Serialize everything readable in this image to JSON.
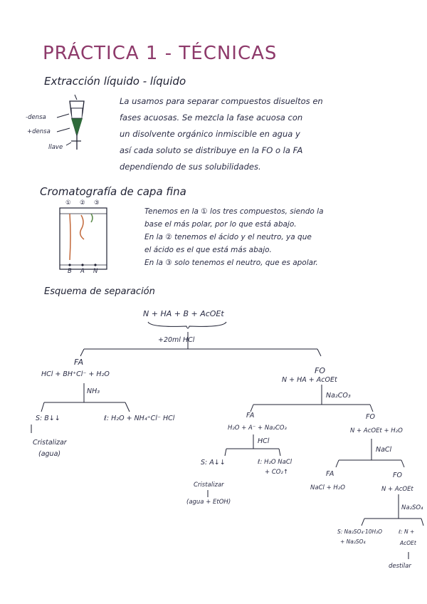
{
  "title": "PRÁCTICA 1 - TÉCNICAS",
  "sections": {
    "extraction": {
      "heading": "Extracción líquido - líquido",
      "labels": {
        "less_dense": "-densa",
        "more_dense": "+densa",
        "valve": "llave"
      },
      "lines": [
        "La usamos para separar compuestos disueltos en",
        "fases acuosas. Se mezcla la fase acuosa con",
        "un disolvente orgánico inmiscible en agua y",
        "así cada soluto se distribuye en la FO o la FA",
        "dependiendo de sus solubilidades."
      ]
    },
    "tlc": {
      "heading": "Cromatografía de capa fina",
      "lane_numbers": [
        "①",
        "②",
        "③"
      ],
      "lane_letters": [
        "B",
        "A",
        "N"
      ],
      "lines": [
        "Tenemos en la ① los tres compuestos, siendo la",
        "base el más polar, por lo que está abajo.",
        "En la ② tenemos el ácido y el neutro, ya que",
        "el ácido es el que está más abajo.",
        "En la ③ solo tenemos el neutro, que es apolar."
      ]
    },
    "scheme": {
      "heading": "Esquema de separación",
      "start": "N + HA + B + AcOEt",
      "step1": "+20ml HCl",
      "fa1_title": "FA",
      "fa1_content": "HCl + BH⁺Cl⁻ + H₂O",
      "fa1_reagent": "NH₃",
      "solid_b": "S: B↓↓",
      "cristalizar1": "Cristalizar",
      "cristalizar1_solvent": "(agua)",
      "liquid_b": "ℓ: H₂O + NH₄⁺Cl⁻ HCl",
      "fo1_title": "FO",
      "fo1_content": "N + HA + AcOEt",
      "fo1_reagent": "Na₂CO₃",
      "fa2_title": "FA",
      "fa2_content": "H₂O + A⁻ + Na₂CO₃",
      "fa2_reagent": "HCl",
      "solid_a": "S: A↓↓",
      "cristalizar2": "Cristalizar",
      "cristalizar2_solvent": "(agua + EtOH)",
      "liquid_a_line1": "ℓ: H₂O NaCl",
      "liquid_a_line2": "+ CO₂↑",
      "fo2_title": "FO",
      "fo2_content": "N + AcOEt + H₂O",
      "fo2_reagent": "NaCl",
      "fa3_title": "FA",
      "fa3_content": "NaCl + H₂O",
      "fo3_title": "FO",
      "fo3_content": "N + AcOEt",
      "fo3_reagent": "Na₂SO₄",
      "solid_n_line1": "S: Na₂SO₄·10H₂O",
      "solid_n_line2": "+ Na₂SO₄",
      "liquid_n_line1": "ℓ: N +",
      "liquid_n_line2": "AcOEt",
      "destilar": "destilar"
    }
  },
  "colors": {
    "title": "#8e3a6b",
    "ink": "#1f2133",
    "funnel_green": "#2f6b3a",
    "tlc_orange": "#c2683a",
    "tlc_green": "#5a8a4a"
  }
}
